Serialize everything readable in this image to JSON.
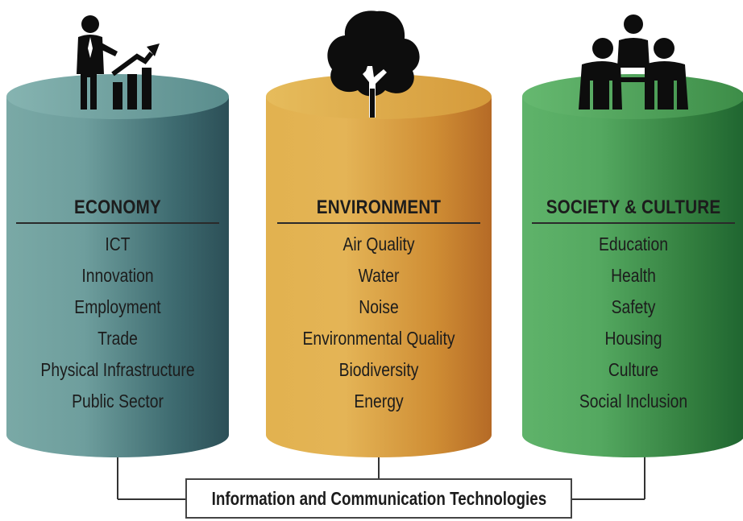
{
  "pillars": [
    {
      "title": "ECONOMY",
      "icon": "presenter-growth-chart-icon",
      "color": "#3f6f73",
      "items": [
        "ICT",
        "Innovation",
        "Employment",
        "Trade",
        "Physical Infrastructure",
        "Public Sector"
      ]
    },
    {
      "title": "ENVIRONMENT",
      "icon": "tree-icon",
      "color": "#d69a3a",
      "items": [
        "Air Quality",
        "Water",
        "Noise",
        "Environmental Quality",
        "Biodiversity",
        "Energy"
      ]
    },
    {
      "title": "SOCIETY & CULTURE",
      "icon": "people-group-icon",
      "color": "#3b8a45",
      "items": [
        "Education",
        "Health",
        "Safety",
        "Housing",
        "Culture",
        "Social Inclusion"
      ]
    }
  ],
  "foundation": {
    "label": "Information and Communication Technologies"
  }
}
